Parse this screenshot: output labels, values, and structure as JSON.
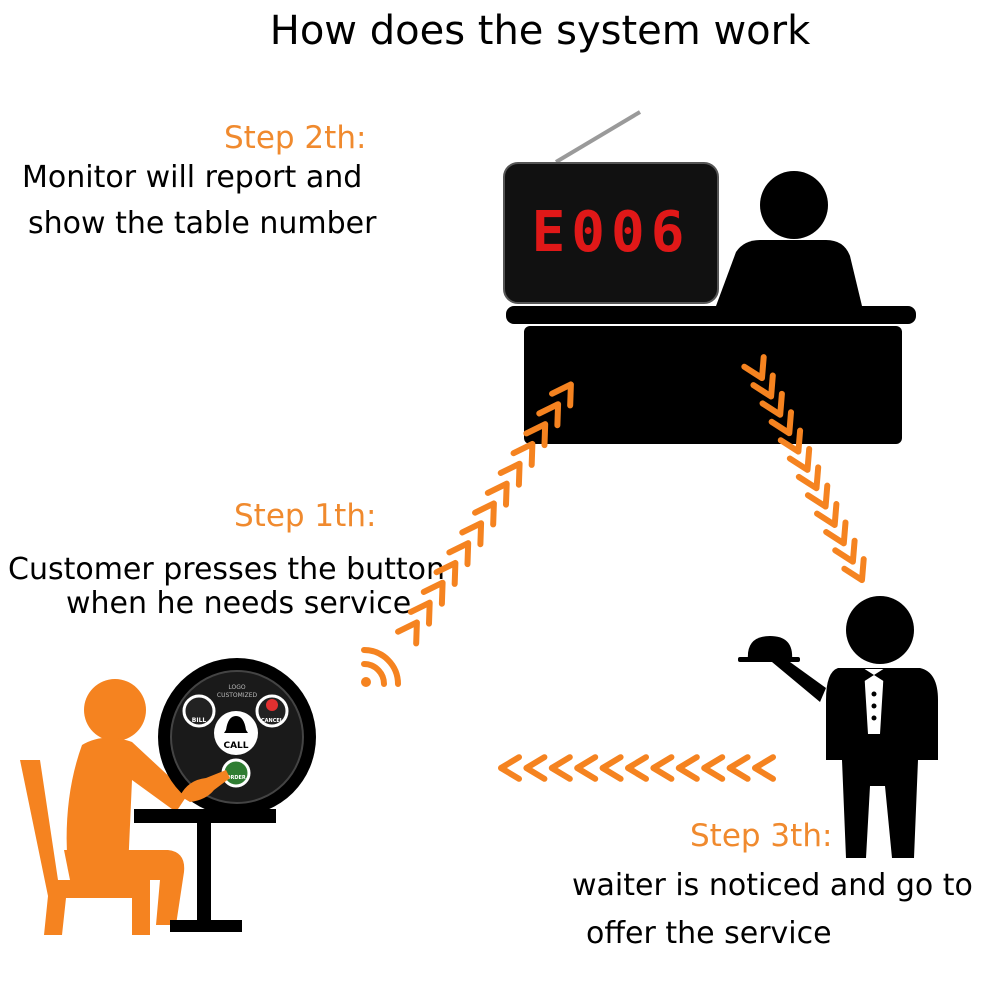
{
  "title": "How does the system work",
  "steps": {
    "step1": {
      "label": "Step 1th:",
      "line1": "Customer presses the button",
      "line2": "when he needs service"
    },
    "step2": {
      "label": "Step 2th:",
      "line1": "Monitor will report and",
      "line2": "show the table number"
    },
    "step3": {
      "label": "Step 3th:",
      "line1": "waiter is noticed and go to",
      "line2": "offer the service"
    }
  },
  "monitor": {
    "display": "E006",
    "display_color": "#e01818"
  },
  "call_button": {
    "keys": {
      "bill": "BILL",
      "cancel": "CANCEL",
      "call": "CALL",
      "order": "ORDER"
    },
    "logo_line1": "LOGO",
    "logo_line2": "CUSTOMIZED"
  },
  "colors": {
    "accent": "#f08a2e",
    "arrow": "#f58320",
    "ink": "#000000"
  },
  "icons": [
    "wifi-signal-icon",
    "customer-icon",
    "call-button-icon",
    "monitor-icon",
    "cashier-icon",
    "waiter-icon"
  ]
}
